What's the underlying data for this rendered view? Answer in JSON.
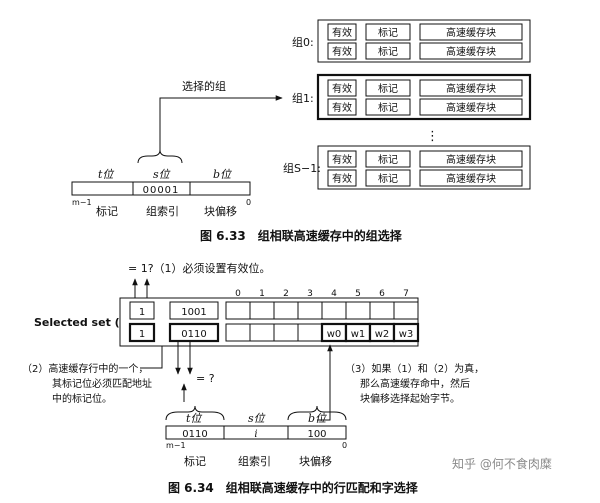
{
  "fig33": {
    "valid": "有效",
    "tag": "标记",
    "block": "高速缓存块",
    "set0": "组0:",
    "set1": "组1:",
    "setS": "组S−1:",
    "ellipsis": "⋮",
    "selected_set": "选择的组",
    "t_bits": "t位",
    "s_bits": "s位",
    "b_bits": "b位",
    "s_value": "00001",
    "m1": "m−1",
    "zero": "0",
    "tag_label": "标记",
    "index_label": "组索引",
    "offset_label": "块偏移",
    "caption": "图 6.33　组相联高速缓存中的组选择"
  },
  "fig34": {
    "q1": "= 1?（1）必须设置有效位。",
    "col_numbers": [
      "0",
      "1",
      "2",
      "3",
      "4",
      "5",
      "6",
      "7"
    ],
    "selected_set": "Selected set (i):",
    "row1": {
      "valid": "1",
      "tag": "1001"
    },
    "row2": {
      "valid": "1",
      "tag": "0110",
      "words": [
        "w0",
        "w1",
        "w2",
        "w3"
      ]
    },
    "eq_q": "= ?",
    "note2": [
      "（2）高速缓存行中的一个，",
      "其标记位必须匹配地址",
      "中的标记位。"
    ],
    "note3": [
      "（3）如果（1）和（2）为真，",
      "那么高速缓存命中，然后",
      "块偏移选择起始字节。"
    ],
    "t_bits": "t位",
    "s_bits": "s位",
    "b_bits": "b位",
    "t_value": "0110",
    "s_value": "i",
    "b_value": "100",
    "m1": "m−1",
    "zero": "0",
    "tag_label": "标记",
    "index_label": "组索引",
    "offset_label": "块偏移",
    "caption": "图 6.34　组相联高速缓存中的行匹配和字选择",
    "watermark": "知乎 @何不食肉糜"
  }
}
